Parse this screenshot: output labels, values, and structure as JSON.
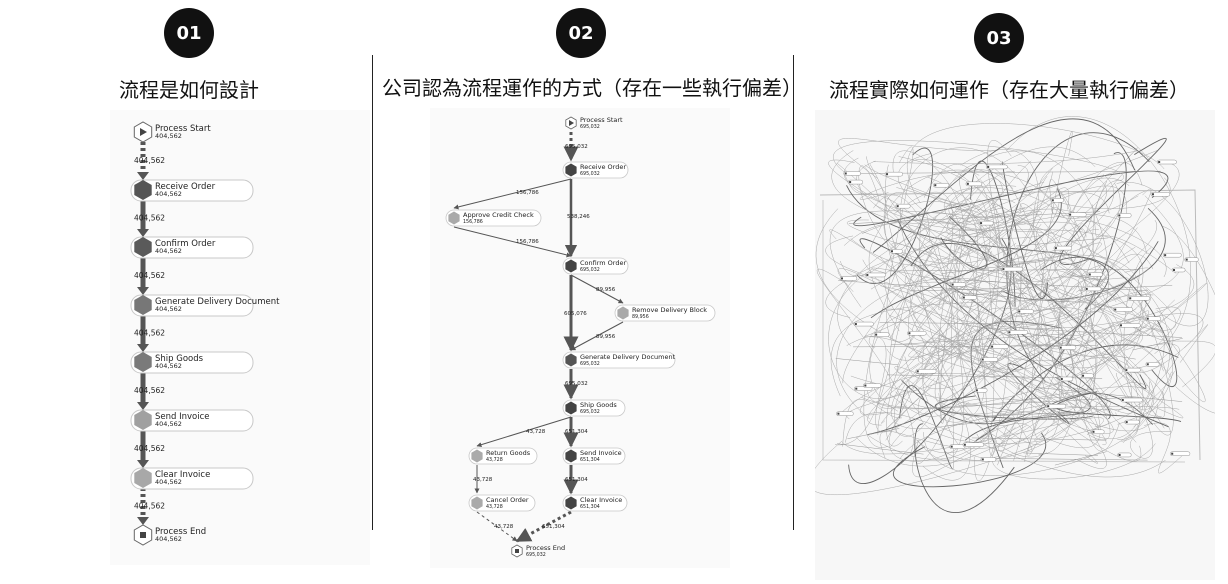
{
  "sections": [
    {
      "number": "01",
      "title": "流程是如何設計"
    },
    {
      "number": "02",
      "title": "公司認為流程運作的方式（存在一些執行偏差）"
    },
    {
      "number": "03",
      "title": "流程實際如何運作（存在大量執行偏差）"
    }
  ],
  "diagram1": {
    "nodes": [
      {
        "label": "Process Start",
        "count": "404,562",
        "kind": "start"
      },
      {
        "label": "Receive Order",
        "count": "404,562",
        "kind": "activity",
        "shade": "#555555"
      },
      {
        "label": "Confirm Order",
        "count": "404,562",
        "kind": "activity",
        "shade": "#5a5a5a"
      },
      {
        "label": "Generate Delivery Document",
        "count": "404,562",
        "kind": "activity",
        "shade": "#777777"
      },
      {
        "label": "Ship Goods",
        "count": "404,562",
        "kind": "activity",
        "shade": "#7a7a7a"
      },
      {
        "label": "Send Invoice",
        "count": "404,562",
        "kind": "activity",
        "shade": "#a0a0a0"
      },
      {
        "label": "Clear Invoice",
        "count": "404,562",
        "kind": "activity",
        "shade": "#a8a8a8"
      },
      {
        "label": "Process End",
        "count": "404,562",
        "kind": "end"
      }
    ],
    "edges": [
      "404,562",
      "404,562",
      "404,562",
      "404,562",
      "404,562",
      "404,562",
      "404,562"
    ]
  },
  "diagram2": {
    "nodes": {
      "start": {
        "label": "Process Start",
        "count": "695,032"
      },
      "receive": {
        "label": "Receive Order",
        "count": "695,032"
      },
      "credit": {
        "label": "Approve Credit Check",
        "count": "156,786"
      },
      "confirm": {
        "label": "Confirm Order",
        "count": "695,032"
      },
      "remove": {
        "label": "Remove Delivery Block",
        "count": "89,956"
      },
      "gendoc": {
        "label": "Generate Delivery Document",
        "count": "695,032"
      },
      "ship": {
        "label": "Ship Goods",
        "count": "695,032"
      },
      "return": {
        "label": "Return Goods",
        "count": "43,728"
      },
      "sendinv": {
        "label": "Send Invoice",
        "count": "651,304"
      },
      "cancel": {
        "label": "Cancel Order",
        "count": "43,728"
      },
      "clear": {
        "label": "Clear Invoice",
        "count": "651,304"
      },
      "end": {
        "label": "Process End",
        "count": "695,032"
      }
    },
    "edge_labels": {
      "start_receive": "695,032",
      "receive_credit": "156,786",
      "receive_confirm": "538,246",
      "credit_confirm": "156,786",
      "confirm_remove": "89,956",
      "confirm_gendoc": "605,076",
      "remove_gendoc": "89,956",
      "gendoc_ship": "695,032",
      "ship_return": "43,728",
      "ship_sendinv": "651,304",
      "return_cancel": "43,728",
      "sendinv_clear": "651,304",
      "cancel_end": "43,728",
      "clear_end": "651,304"
    }
  }
}
